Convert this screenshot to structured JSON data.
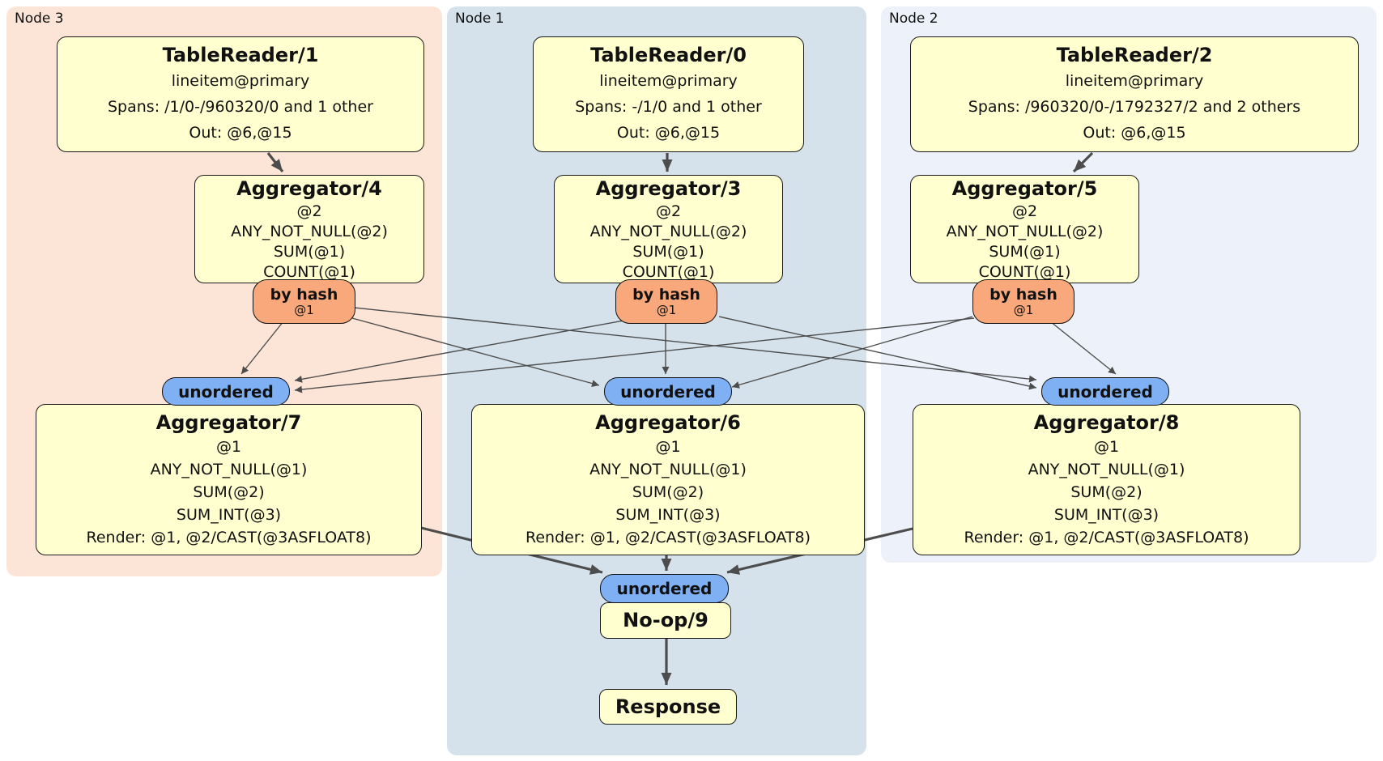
{
  "regions": {
    "node3": {
      "label": "Node 3"
    },
    "node1": {
      "label": "Node 1"
    },
    "node2": {
      "label": "Node 2"
    }
  },
  "boxes": {
    "tr1": {
      "title": "TableReader/1",
      "lines": [
        "lineitem@primary",
        "Spans: /1/0-/960320/0 and 1 other",
        "Out: @6,@15"
      ]
    },
    "tr0": {
      "title": "TableReader/0",
      "lines": [
        "lineitem@primary",
        "Spans: -/1/0 and 1 other",
        "Out: @6,@15"
      ]
    },
    "tr2": {
      "title": "TableReader/2",
      "lines": [
        "lineitem@primary",
        "Spans: /960320/0-/1792327/2 and 2 others",
        "Out: @6,@15"
      ]
    },
    "agg4": {
      "title": "Aggregator/4",
      "lines": [
        "@2",
        "ANY_NOT_NULL(@2)",
        "SUM(@1)",
        "COUNT(@1)"
      ]
    },
    "agg3": {
      "title": "Aggregator/3",
      "lines": [
        "@2",
        "ANY_NOT_NULL(@2)",
        "SUM(@1)",
        "COUNT(@1)"
      ]
    },
    "agg5": {
      "title": "Aggregator/5",
      "lines": [
        "@2",
        "ANY_NOT_NULL(@2)",
        "SUM(@1)",
        "COUNT(@1)"
      ]
    },
    "agg7": {
      "title": "Aggregator/7",
      "lines": [
        "@1",
        "ANY_NOT_NULL(@1)",
        "SUM(@2)",
        "SUM_INT(@3)",
        "Render: @1, @2/CAST(@3ASFLOAT8)"
      ]
    },
    "agg6": {
      "title": "Aggregator/6",
      "lines": [
        "@1",
        "ANY_NOT_NULL(@1)",
        "SUM(@2)",
        "SUM_INT(@3)",
        "Render: @1, @2/CAST(@3ASFLOAT8)"
      ]
    },
    "agg8": {
      "title": "Aggregator/8",
      "lines": [
        "@1",
        "ANY_NOT_NULL(@1)",
        "SUM(@2)",
        "SUM_INT(@3)",
        "Render: @1, @2/CAST(@3ASFLOAT8)"
      ]
    },
    "noop": {
      "title": "No-op/9"
    },
    "response": {
      "title": "Response"
    }
  },
  "badges": {
    "byhash": {
      "label": "by hash",
      "sub": "@1"
    },
    "unordered": {
      "label": "unordered"
    }
  },
  "colors": {
    "node3-bg": "#fce4d7",
    "node1-bg": "#d5e2eb",
    "node2-bg": "#edf2fa",
    "box-fill": "#ffffcf",
    "box-border": "#1a1a1a",
    "hash-fill": "#f9a87c",
    "unordered-fill": "#7fb0f4",
    "edge-color": "#4d4d4d"
  }
}
